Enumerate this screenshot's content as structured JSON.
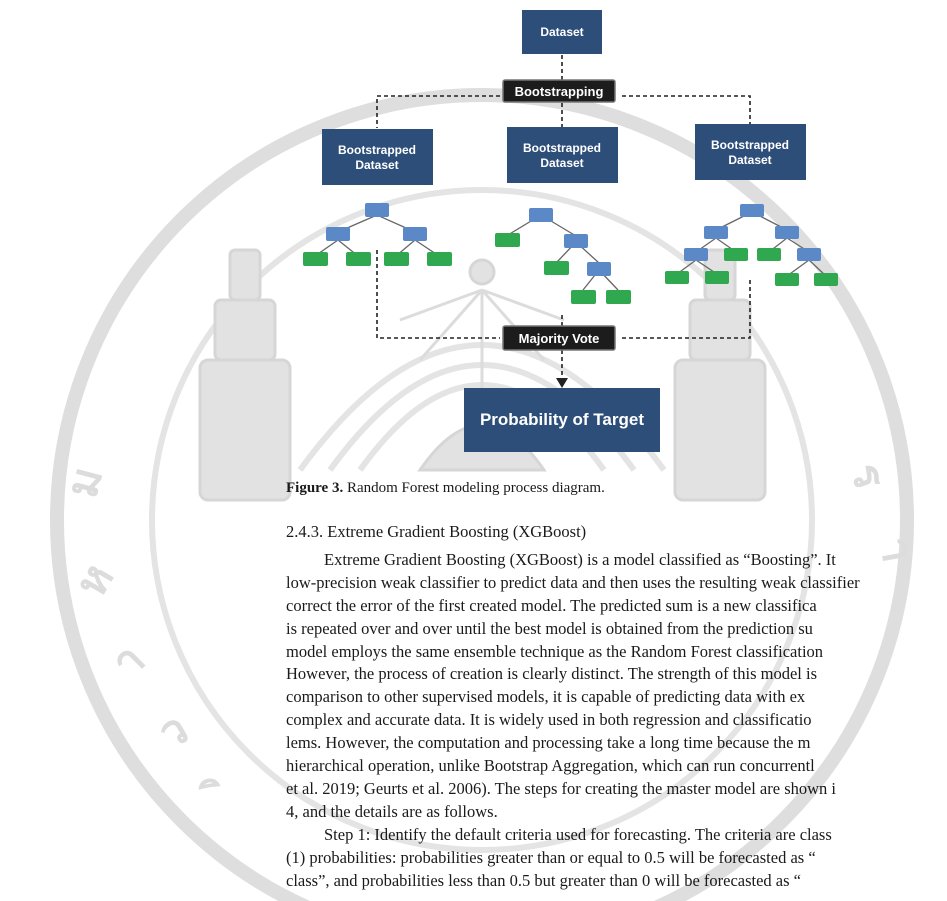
{
  "diagram": {
    "dataset_label": "Dataset",
    "bootstrapping_label": "Bootstrapping",
    "bootstrapped_label_line1": "Bootstrapped",
    "bootstrapped_label_line2": "Dataset",
    "majority_vote_label": "Majority Vote",
    "target_label": "Probability of  Target",
    "colors": {
      "dark_box": "#2e4e7a",
      "label_box": "#1c1c1c",
      "tree_node": "#5b88c6",
      "leaf_node": "#2fa84f",
      "watermark": "#dedede"
    }
  },
  "caption": {
    "prefix": "Figure 3.",
    "text": " Random Forest modeling process diagram."
  },
  "section_heading": "2.4.3. Extreme Gradient Boosting (XGBoost)",
  "paragraph1": [
    "Extreme Gradient Boosting (XGBoost) is a model classified as “Boosting”. It",
    "low-precision weak classifier to predict data and then uses the resulting weak classifier",
    "correct the error of the first created model. The predicted sum is a new classifica",
    "is repeated over and over until the best model is obtained from the prediction su",
    "model employs the same ensemble technique as the Random Forest classification",
    "However, the process of creation is clearly distinct. The strength of this model is",
    "comparison to other supervised models, it is capable of predicting data with ex",
    "complex and accurate data. It is widely used in both regression and classificatio",
    "lems. However, the computation and processing take a long time because the m",
    "hierarchical operation, unlike Bootstrap Aggregation, which can run concurrentl",
    "et al. 2019; Geurts et al. 2006). The steps for creating the master model are shown i",
    "4, and the details are as follows."
  ],
  "paragraph2": [
    "Step 1: Identify the default criteria used for forecasting. The criteria are class",
    "(1) probabilities: probabilities greater than or equal to 0.5 will be forecasted as “",
    "class”, and probabilities less than 0.5 but greater than 0 will be forecasted as “"
  ]
}
